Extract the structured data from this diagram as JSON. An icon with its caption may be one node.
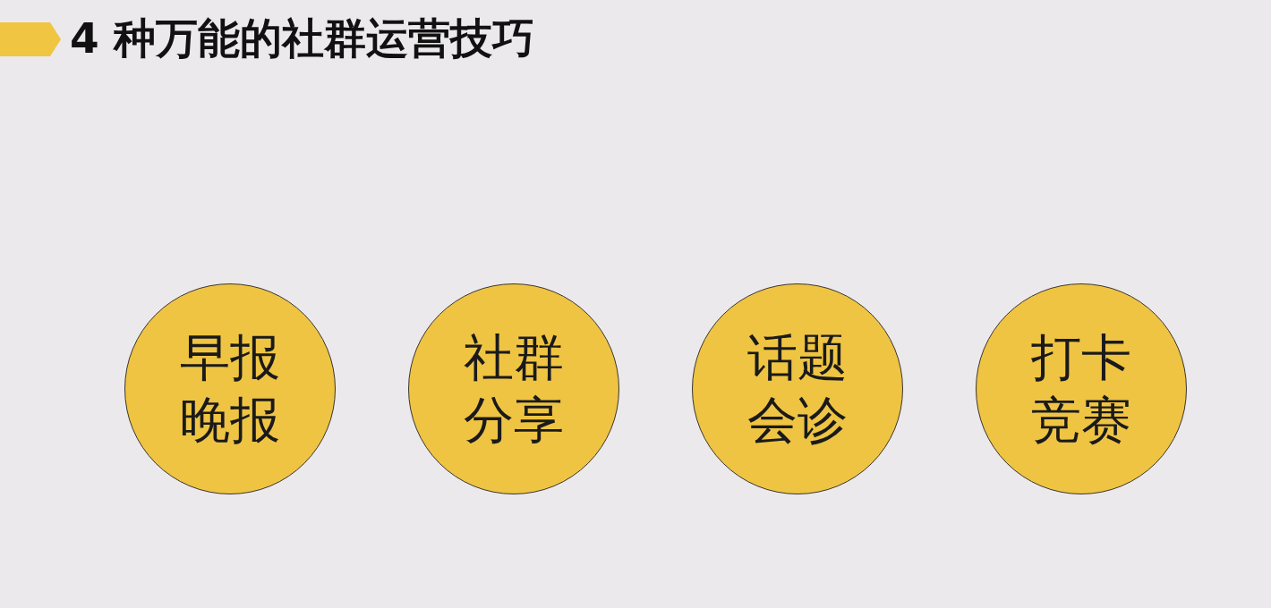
{
  "diagram": {
    "title": "4 种万能的社群运营技巧",
    "nodes": [
      {
        "text": [
          "早报晚报"
        ]
      },
      {
        "text": [
          "社群分享"
        ]
      },
      {
        "text": [
          "话题会诊"
        ]
      },
      {
        "text": [
          "打卡竞赛"
        ]
      }
    ]
  }
}
